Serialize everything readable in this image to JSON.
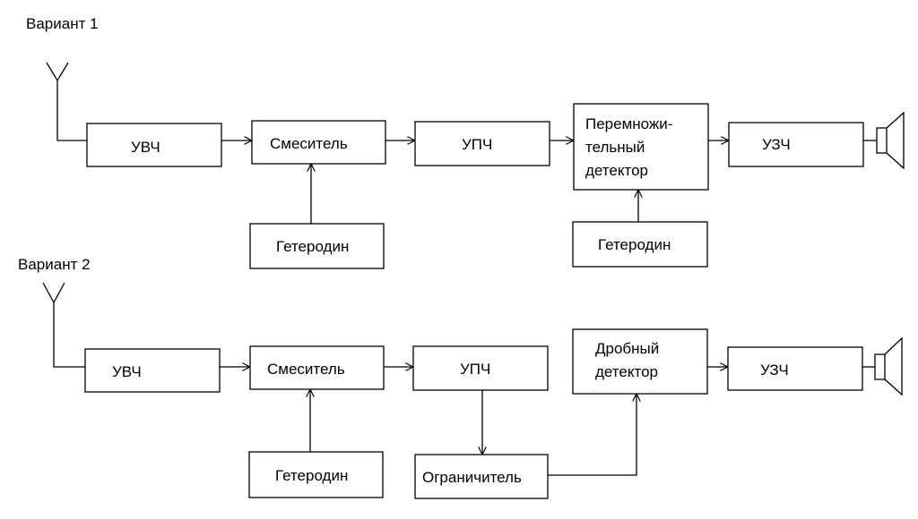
{
  "variants": [
    {
      "title": "Вариант 1",
      "blocks": {
        "uvch": "УВЧ",
        "mixer": "Смеситель",
        "upch": "УПЧ",
        "detector": [
          "Перемножи-",
          "тельный",
          "детектор"
        ],
        "uzch": "УЗЧ",
        "heterodyne1": "Гетеродин",
        "heterodyne2": "Гетеродин"
      }
    },
    {
      "title": "Вариант 2",
      "blocks": {
        "uvch": "УВЧ",
        "mixer": "Смеситель",
        "upch": "УПЧ",
        "detector": [
          "Дробный",
          "детектор"
        ],
        "uzch": "УЗЧ",
        "heterodyne": "Гетеродин",
        "limiter": "Ограничитель"
      }
    }
  ],
  "colors": {
    "stroke": "#000000",
    "background": "#ffffff"
  },
  "icons": {
    "antenna": "antenna-icon",
    "speaker": "speaker-icon"
  }
}
